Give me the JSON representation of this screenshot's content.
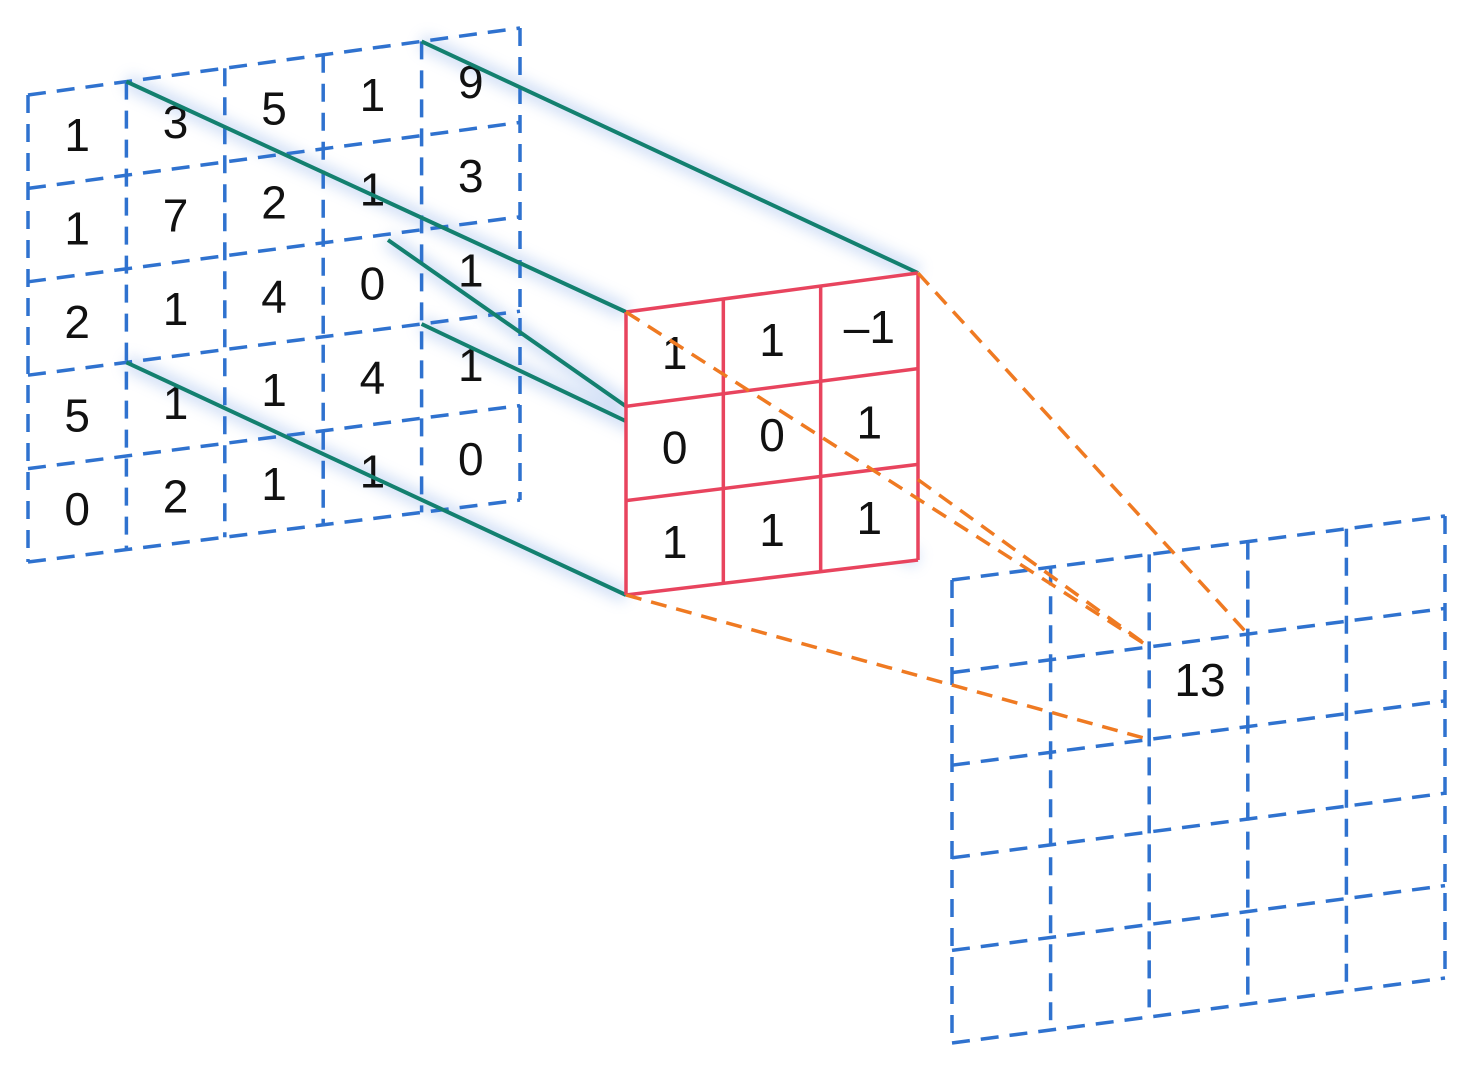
{
  "colors": {
    "input_grid": "#2f72cf",
    "kernel_grid": "#e8445e",
    "projection_lines": "#13806f",
    "output_projection": "#ef7a22",
    "text": "#111111",
    "background": "#ffffff"
  },
  "input_matrix": [
    [
      "1",
      "3",
      "5",
      "1",
      "9"
    ],
    [
      "1",
      "7",
      "2",
      "1",
      "3"
    ],
    [
      "2",
      "1",
      "4",
      "0",
      "1"
    ],
    [
      "5",
      "1",
      "1",
      "4",
      "1"
    ],
    [
      "0",
      "2",
      "1",
      "1",
      "0"
    ]
  ],
  "kernel_matrix": [
    [
      "1",
      "1",
      "–1"
    ],
    [
      "0",
      "0",
      "1"
    ],
    [
      "1",
      "1",
      "1"
    ]
  ],
  "output_value": "13"
}
